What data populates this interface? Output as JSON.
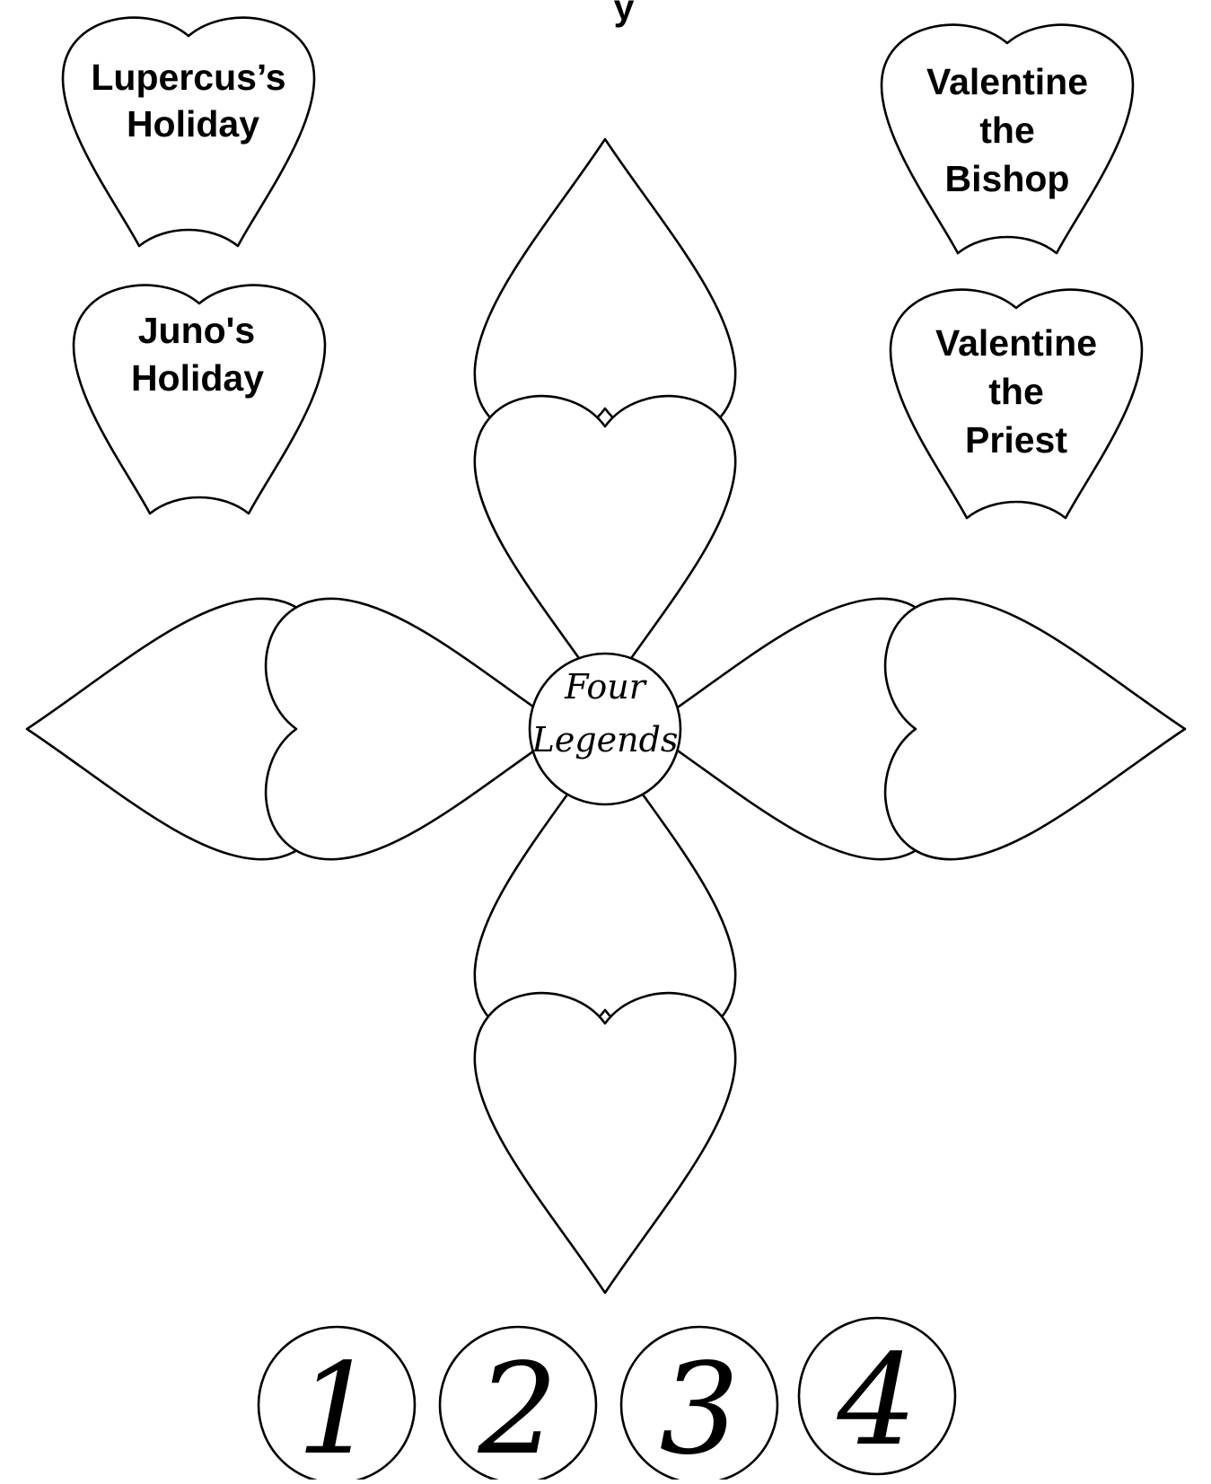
{
  "header": {
    "partial_title": "y"
  },
  "label_hearts": [
    {
      "id": "lupercus",
      "lines": [
        "Lupercus’s",
        "Holiday"
      ]
    },
    {
      "id": "juno",
      "lines": [
        "Juno's",
        "Holiday"
      ]
    },
    {
      "id": "bishop",
      "lines": [
        "Valentine",
        "the",
        "Bishop"
      ]
    },
    {
      "id": "priest",
      "lines": [
        "Valentine",
        "the",
        "Priest"
      ]
    }
  ],
  "center": {
    "line1": "Four",
    "line2": "Legends"
  },
  "number_circles": [
    "1",
    "2",
    "3",
    "4"
  ],
  "colors": {
    "ink": "#000000",
    "paper": "#ffffff"
  }
}
